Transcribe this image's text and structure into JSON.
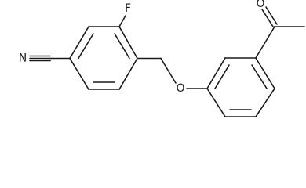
{
  "molecule": {
    "atoms": {
      "nitrile_n": "N",
      "fluorine": "F",
      "ether_o": "O",
      "ketone_o": "O"
    }
  }
}
